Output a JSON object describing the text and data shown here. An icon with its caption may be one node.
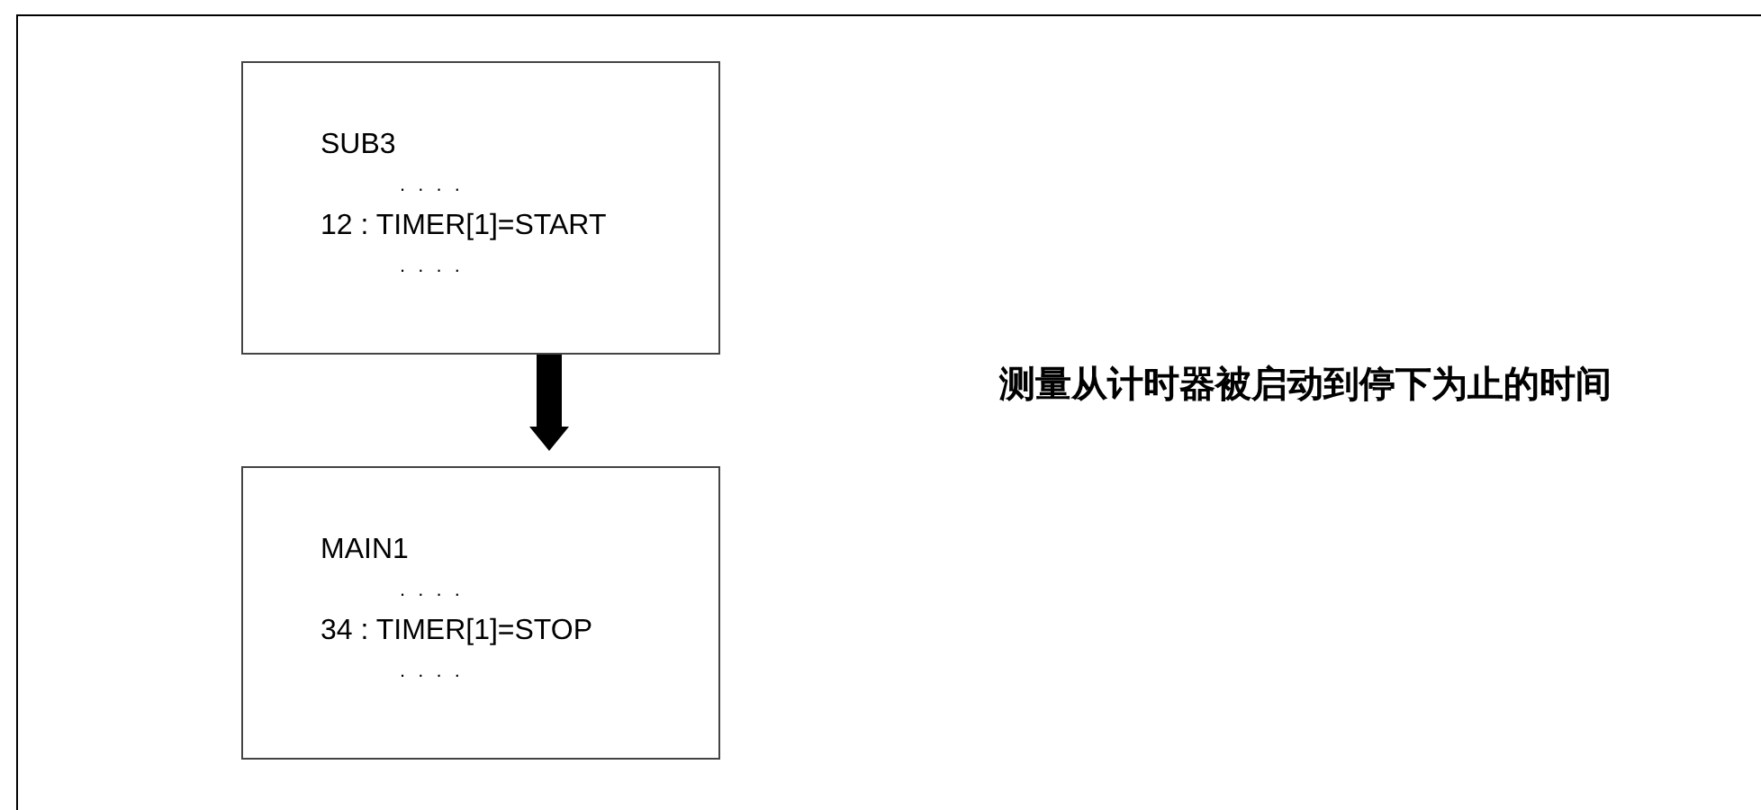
{
  "diagram": {
    "nodes": [
      {
        "text": [
          "SUB3",
          ". . . .",
          "12 : TIMER[1]=START",
          ". . . ."
        ]
      },
      {
        "text": [
          "MAIN1",
          ". . . .",
          "34 : TIMER[1]=STOP",
          ". . . ."
        ]
      }
    ],
    "edges": [
      {
        "from": 0,
        "to": 1,
        "arrow": "to"
      }
    ],
    "labels": [
      "测量从计时器被启动到停下为止的时间"
    ]
  }
}
